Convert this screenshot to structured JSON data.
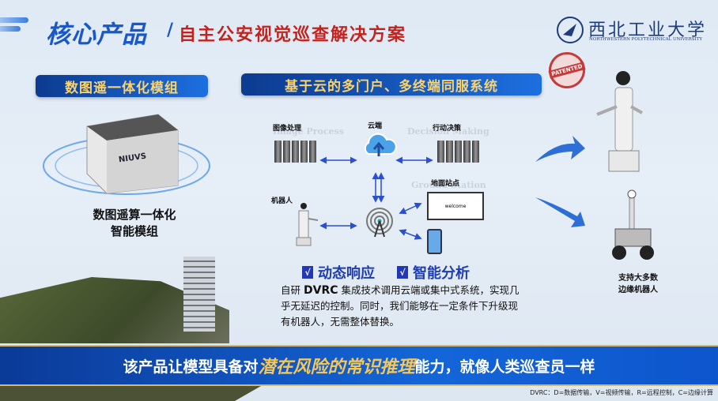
{
  "header": {
    "title_main": "核心产品",
    "title_slash": "/",
    "title_sub": "自主公安视觉巡查解决方案",
    "logo_cn": "西北工业大学",
    "logo_en": "NORTHWESTERN POLYTECHNICAL UNIVERSITY"
  },
  "stamp": "PATENTED",
  "left": {
    "pill": "数图遥一体化模组",
    "brand": "NIUVS",
    "caption_line1": "数图遥算一体化",
    "caption_line2": "智能模组"
  },
  "center": {
    "pill": "基于云的多门户、多终端同服系统",
    "nodes": {
      "image": "图像处理",
      "cloud": "云端",
      "decision": "行动决策",
      "ground": "地面站点",
      "robot": "机器人",
      "screen": "welcome"
    },
    "ghost": {
      "image": "Image Process",
      "decision": "Decision Making",
      "ground": "Ground Station"
    },
    "checks": [
      "动态响应",
      "智能分析"
    ],
    "check_mark": "√",
    "para_pre": "自研 ",
    "para_bold": "DVRC",
    "para_post": " 集成技术调用云端或集中式系统，实现几乎无延迟的控制。同时，我们能够在一定条件下升级现有机器人，无需整体替换。"
  },
  "right": {
    "caption_line1": "支持大多数",
    "caption_line2": "边缘机器人"
  },
  "banner": {
    "pre": "该产品让模型具备对",
    "highlight": "潜在风险的常识推理",
    "post": "能力，就像人类巡查员一样"
  },
  "footnote": "DVRC：D=数据传输，V=视频传输，R=远程控制，C=边缘计算",
  "colors": {
    "blue": "#1a57c9",
    "red": "#c4221c",
    "gold": "#fbd36c",
    "banner": "#1466d8"
  }
}
